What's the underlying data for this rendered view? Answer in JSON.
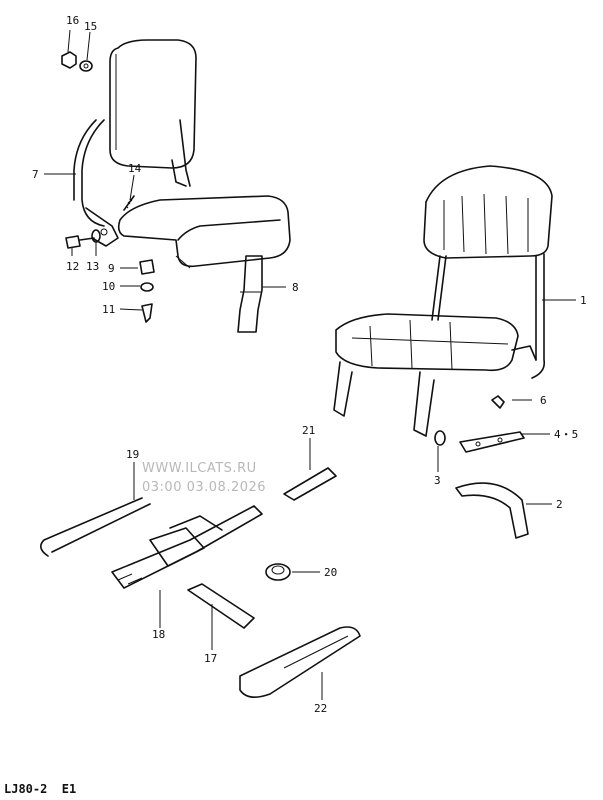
{
  "diagram": {
    "callouts": {
      "c1": "1",
      "c2": "2",
      "c3": "3",
      "c45": "4・5",
      "c6": "6",
      "c7": "7",
      "c8": "8",
      "c9": "9",
      "c10": "10",
      "c11": "11",
      "c12": "12",
      "c13": "13",
      "c14": "14",
      "c15": "15",
      "c16": "16",
      "c17": "17",
      "c18": "18",
      "c19": "19",
      "c20": "20",
      "c21": "21",
      "c22": "22"
    },
    "watermark": {
      "site": "WWW.ILCATS.RU",
      "stamp": "03:00 03.08.2026"
    },
    "footer_code": "LJ80-2  E1"
  }
}
